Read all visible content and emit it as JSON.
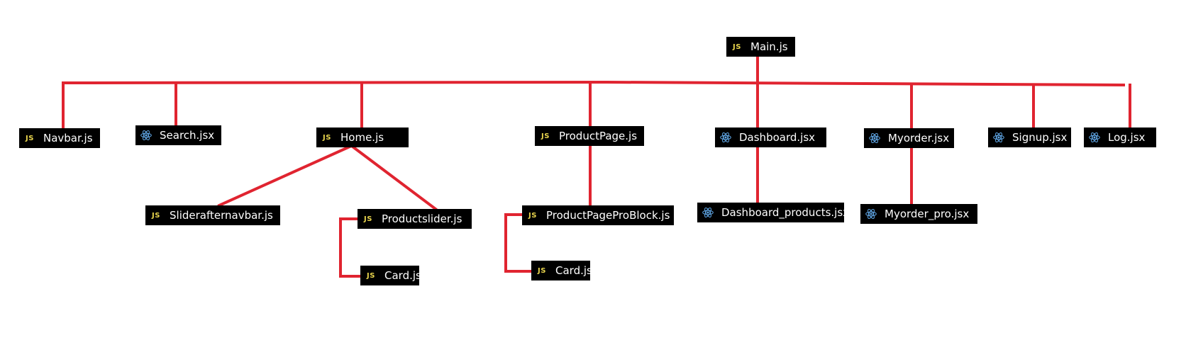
{
  "colors": {
    "line": "#e02430",
    "node_bg": "#000000",
    "node_text": "#ffffff",
    "js_badge": "#e8d44d",
    "react_icon": "#61a8e8"
  },
  "nodes": {
    "main": {
      "label": "Main.js",
      "icon": "js-icon",
      "badge": "JS"
    },
    "navbar": {
      "label": "Navbar.js",
      "icon": "js-icon",
      "badge": "JS"
    },
    "search": {
      "label": "Search.jsx",
      "icon": "react-icon"
    },
    "home": {
      "label": "Home.js",
      "icon": "js-icon",
      "badge": "JS"
    },
    "productpage": {
      "label": "ProductPage.js",
      "icon": "js-icon",
      "badge": "JS"
    },
    "dashboard": {
      "label": "Dashboard.jsx",
      "icon": "react-icon"
    },
    "myorder": {
      "label": "Myorder.jsx",
      "icon": "react-icon"
    },
    "signup": {
      "label": "Signup.jsx",
      "icon": "react-icon"
    },
    "log": {
      "label": "Log.jsx",
      "icon": "react-icon"
    },
    "sliderafternavbar": {
      "label": "Sliderafternavbar.js",
      "icon": "js-icon",
      "badge": "JS"
    },
    "productslider": {
      "label": "Productslider.js",
      "icon": "js-icon",
      "badge": "JS"
    },
    "card1": {
      "label": "Card.js",
      "icon": "js-icon",
      "badge": "JS"
    },
    "productpageproblock": {
      "label": "ProductPageProBlock.js",
      "icon": "js-icon",
      "badge": "JS"
    },
    "card2": {
      "label": "Card.js",
      "icon": "js-icon",
      "badge": "JS"
    },
    "dashboard_products": {
      "label": "Dashboard_products.jsx",
      "icon": "react-icon"
    },
    "myorder_pro": {
      "label": "Myorder_pro.jsx",
      "icon": "react-icon"
    }
  }
}
